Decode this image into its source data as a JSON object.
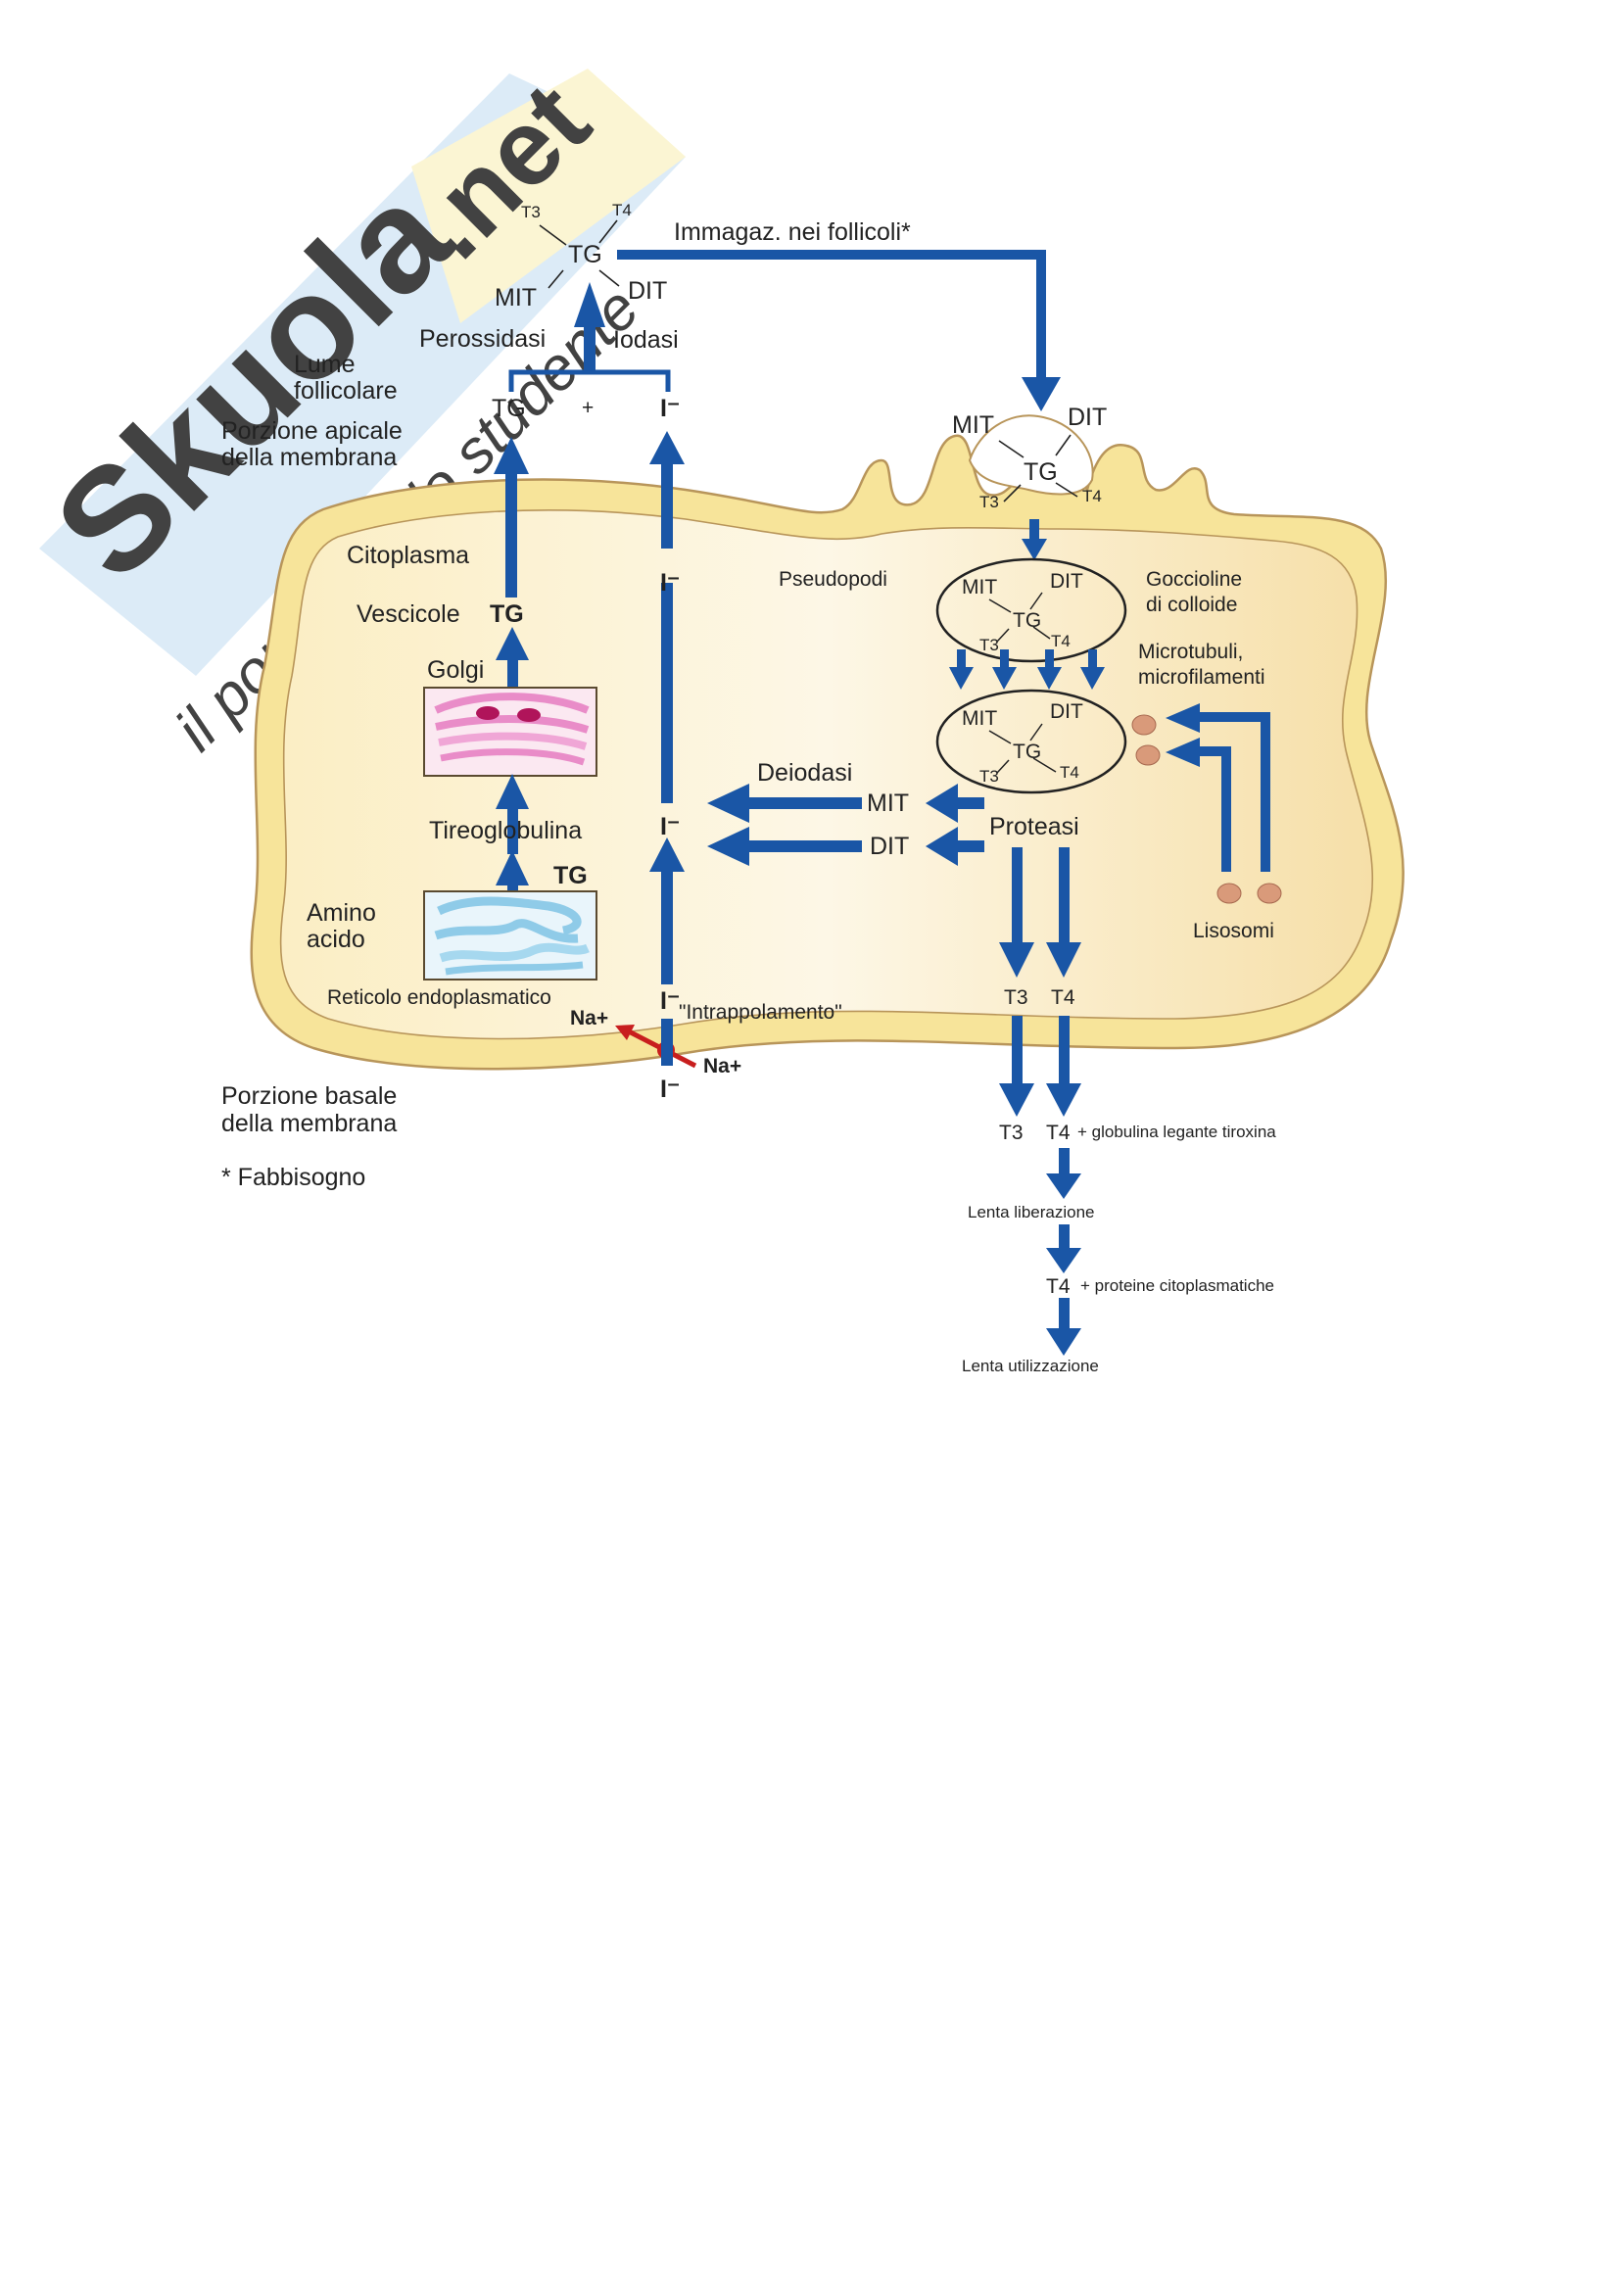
{
  "watermark": {
    "brand": "Skuola.net",
    "brand_main": "Skuola",
    "brand_suffix": ".net",
    "tagline": "il portale dello studente"
  },
  "colors": {
    "arrow_blue": "#1a56a6",
    "membrane_yellow": "#f7e49a",
    "membrane_outline": "#b8955a",
    "cytoplasm": "#fbeec4",
    "sodium_red": "#c81e1e",
    "golgi_pink": "#e98cc8",
    "er_blue": "#8fcbe8",
    "lysosome": "#d99a7a",
    "watermark_blue": "#cfe3f3",
    "watermark_yellow": "#fbf3c6"
  },
  "lumen": {
    "complex": {
      "center": "TG",
      "t3": "T3",
      "t4": "T4",
      "mit": "MIT",
      "dit": "DIT"
    },
    "peroxidase": "Perossidasi",
    "iodase": "Iodasi",
    "tg": "TG",
    "plus": "+",
    "iodide": "I⁻",
    "storage": "Immagaz. nei follicoli*"
  },
  "left_labels": {
    "lumen_line1": "Lume",
    "lumen_line2": "follicolare",
    "apical_line1": "Porzione apicale",
    "apical_line2": "della membrana",
    "basal_line1": "Porzione basale",
    "basal_line2": "della membrana",
    "footnote": "* Fabbisogno"
  },
  "cell": {
    "cytoplasm": "Citoplasma",
    "vesicles": "Vescicole",
    "vesicles_tg": "TG",
    "golgi": "Golgi",
    "thyroglobulin": "Tireoglobulina",
    "er_tg": "TG",
    "amino_line1": "Amino",
    "amino_line2": "acido",
    "er": "Reticolo endoplasmatico",
    "na_in": "Na+",
    "na_out": "Na+",
    "trapping": "\"Intrappolamento\"",
    "iodide": "I⁻",
    "deiodase": "Deiodasi",
    "mit": "MIT",
    "dit": "DIT",
    "protease": "Proteasi",
    "pseudopods": "Pseudopodi",
    "droplets_line1": "Goccioline",
    "droplets_line2": "di colloide",
    "micro_line1": "Microtubuli,",
    "micro_line2": "microfilamenti",
    "lysosomes": "Lisosomi",
    "t3": "T3",
    "t4": "T4"
  },
  "apical_complex": {
    "center": "TG",
    "t3": "T3",
    "t4": "T4",
    "mit": "MIT",
    "dit": "DIT"
  },
  "droplet_complex": {
    "center": "TG",
    "t3": "T3",
    "t4": "T4",
    "mit": "MIT",
    "dit": "DIT"
  },
  "release": {
    "t3": "T3",
    "t4_binding": "T4 + globulina legante tiroxina",
    "t4_sym": "T4",
    "binding_text": "+ globulina legante tiroxina",
    "slow_release": "Lenta liberazione",
    "t4_proteins_sym": "T4",
    "t4_proteins_text": "+ proteine citoplasmatiche",
    "slow_use": "Lenta utilizzazione"
  }
}
